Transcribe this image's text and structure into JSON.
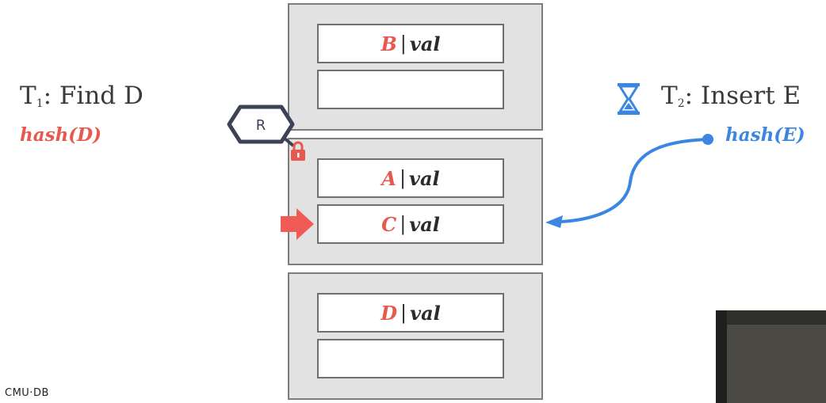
{
  "t1": {
    "label": "T",
    "sub": "1",
    "action": ": Find D",
    "hash": "hash(D)"
  },
  "t2": {
    "label": "T",
    "sub": "2",
    "action": ": Insert E",
    "hash": "hash(E)"
  },
  "latch_label": "R",
  "pages": [
    {
      "slots": [
        {
          "key": "B",
          "val": "val"
        },
        {
          "key": "",
          "val": ""
        }
      ]
    },
    {
      "slots": [
        {
          "key": "A",
          "val": "val"
        },
        {
          "key": "C",
          "val": "val"
        }
      ]
    },
    {
      "slots": [
        {
          "key": "D",
          "val": "val"
        },
        {
          "key": "",
          "val": ""
        }
      ]
    }
  ],
  "footer": "CMU·DB",
  "colors": {
    "accent_red": "#e8584f",
    "accent_blue": "#3a86e0",
    "latch_dark": "#3d4256"
  },
  "icons": [
    "lock-icon",
    "hourglass-icon",
    "right-arrow-icon"
  ]
}
